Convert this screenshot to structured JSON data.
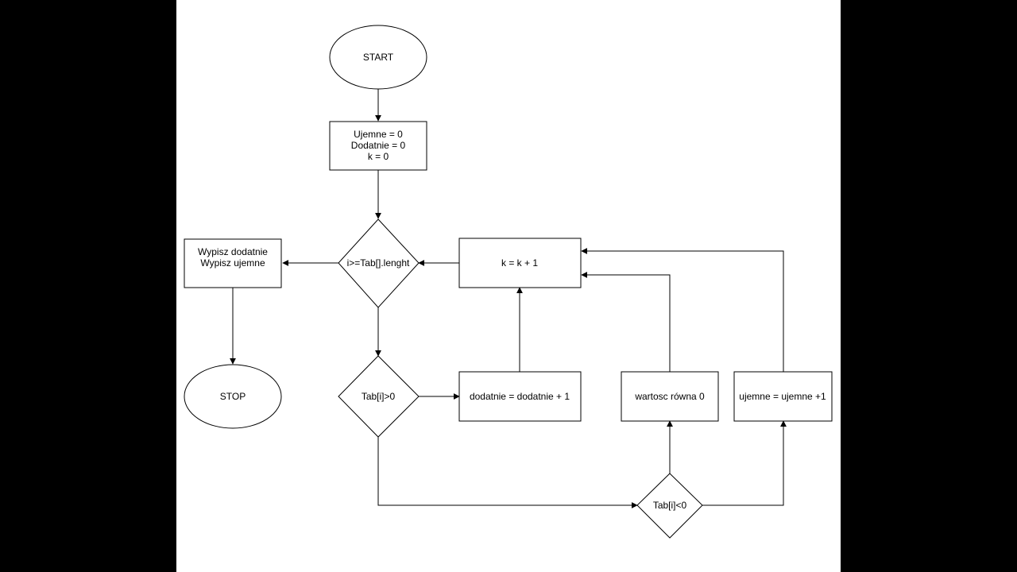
{
  "colors": {
    "background": "#000000",
    "canvas": "#ffffff",
    "stroke": "#000000",
    "text": "#000000"
  },
  "nodes": {
    "start": {
      "label": "START"
    },
    "init": {
      "lines": [
        "Ujemne = 0",
        "Dodatnie = 0",
        "k = 0"
      ]
    },
    "loop_condition": {
      "label": "i>=Tab[].lenght"
    },
    "output": {
      "lines": [
        "Wypisz dodatnie",
        "Wypisz ujemne"
      ]
    },
    "stop": {
      "label": "STOP"
    },
    "increment_k": {
      "label": "k = k + 1"
    },
    "check_positive": {
      "label": "Tab[i]>0"
    },
    "add_positive": {
      "label": "dodatnie = dodatnie + 1"
    },
    "zero_value": {
      "label": "wartosc równa 0"
    },
    "add_negative": {
      "label": "ujemne = ujemne +1"
    },
    "check_negative": {
      "label": "Tab[i]<0"
    }
  }
}
